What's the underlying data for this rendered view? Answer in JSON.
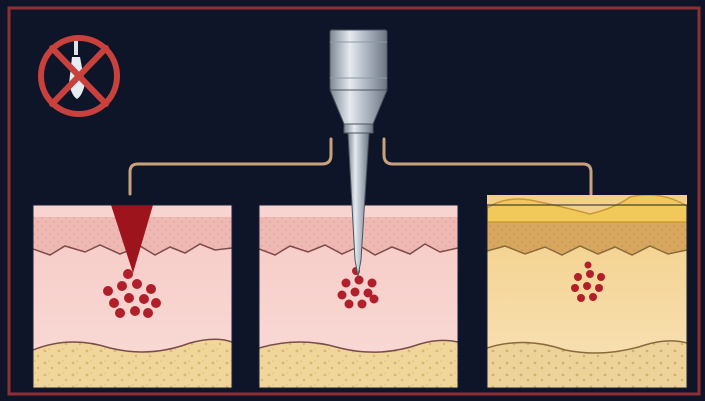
{
  "colors": {
    "background": "#0f1529",
    "frame": "#8e2f34",
    "no_symbol": "#c8413d",
    "connector": "#c9a27c",
    "epidermis_healthy": "#f2c6bf",
    "dermis_healthy": "#f7d3ce",
    "fat": "#f1d79a",
    "blood": "#b01f2a",
    "wound": "#9e141c",
    "epidermis_healed": "#dcb06a",
    "dermis_healed": "#f3d79b",
    "scab": "#f0c95a",
    "needle_metal": "#b9c2cd"
  },
  "icons": {
    "prohibited": "no-blade-icon",
    "tool": "needle-tool-icon"
  },
  "panels": [
    {
      "name": "skin-panel-blade-wound",
      "stage": "wound",
      "blood_cells": 12
    },
    {
      "name": "skin-panel-needle-insertion",
      "stage": "needle",
      "blood_cells": 10
    },
    {
      "name": "skin-panel-healed",
      "stage": "healed",
      "blood_cells": 9
    }
  ]
}
